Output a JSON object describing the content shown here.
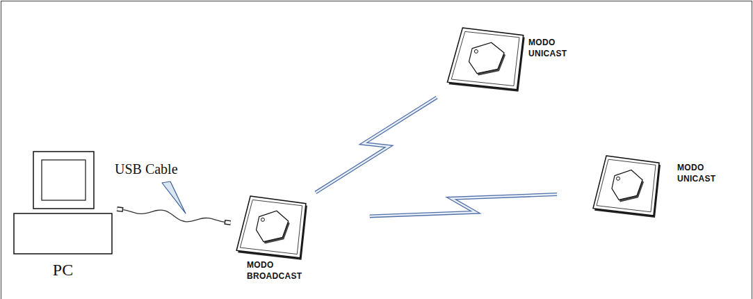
{
  "diagram": {
    "nodes": [
      {
        "text": [
          "PC"
        ]
      },
      {
        "text": [
          "MODO BROADCAST"
        ]
      },
      {
        "text": [
          "MODO UNICAST"
        ]
      },
      {
        "text": [
          "MODO UNICAST"
        ]
      }
    ],
    "edges": [
      {
        "from": 0,
        "to": 1,
        "arrow": "none"
      },
      {
        "from": 1,
        "to": 2,
        "arrow": "none"
      },
      {
        "from": 1,
        "to": 3,
        "arrow": "none"
      }
    ],
    "labels": [
      "USB Cable"
    ]
  }
}
